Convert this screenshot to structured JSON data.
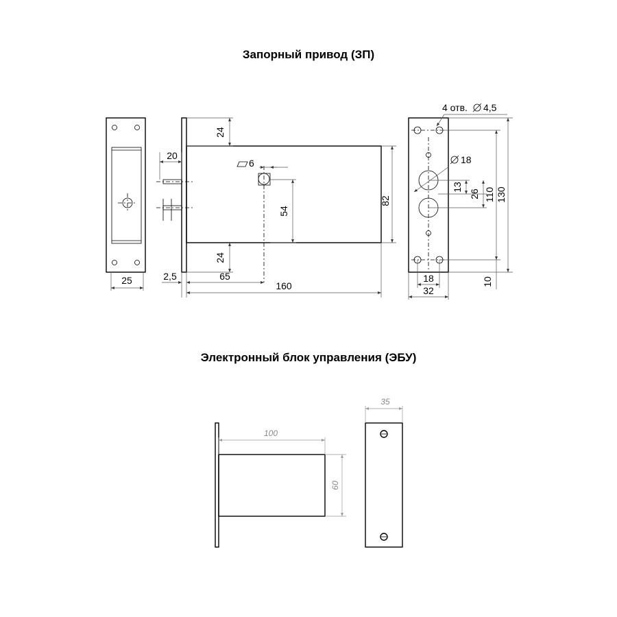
{
  "titles": {
    "zp": "Запорный привод (ЗП)",
    "ebu": "Электронный блок управления (ЭБУ)"
  },
  "zp": {
    "dims": {
      "w25": "25",
      "w2_5": "2,5",
      "w65": "65",
      "w160": "160",
      "w20": "20",
      "sq6": "6",
      "h24_top": "24",
      "h24_bot": "24",
      "h54": "54",
      "h82": "82",
      "holes": "4 отв.",
      "d4_5": "4,5",
      "d18": "18",
      "h13": "13",
      "h26": "26",
      "h110": "110",
      "h130": "130",
      "w18": "18",
      "w32": "32",
      "h10": "10"
    }
  },
  "ebu": {
    "dims": {
      "w100": "100",
      "h60": "60",
      "w35": "35"
    }
  }
}
